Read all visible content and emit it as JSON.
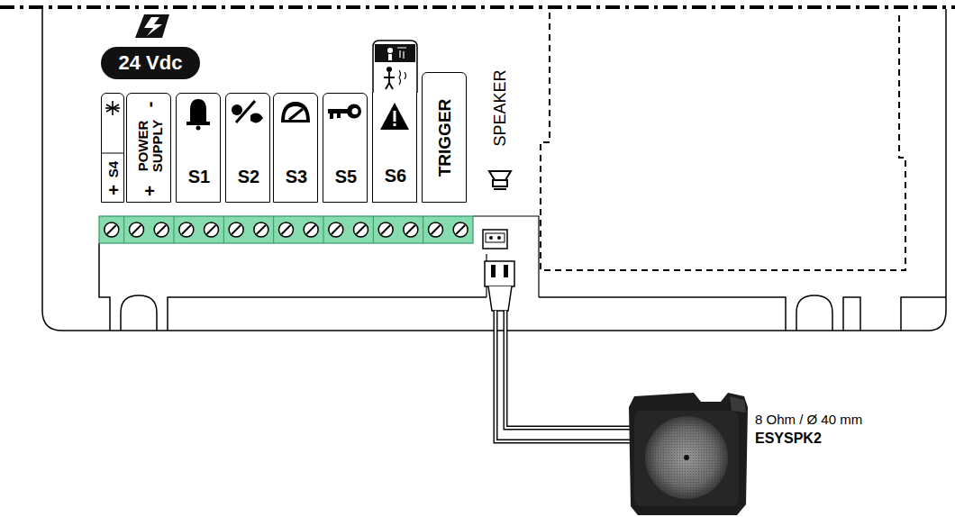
{
  "diagram": {
    "nodes": [
      {
        "text": [
          "24 Vdc"
        ]
      },
      {
        "text": [
          "S4",
          "+"
        ]
      },
      {
        "text": [
          "+",
          "POWER SUPPLY",
          "-"
        ]
      },
      {
        "text": [
          "S1"
        ]
      },
      {
        "text": [
          "S2"
        ]
      },
      {
        "text": [
          "S3"
        ]
      },
      {
        "text": [
          "S5"
        ]
      },
      {
        "text": [
          "S6"
        ]
      },
      {
        "text": [
          "TRIGGER"
        ]
      }
    ],
    "labels": [
      "SPEAKER",
      "8 Ohm / Ø 40 mm",
      "ESYSPK2"
    ]
  }
}
